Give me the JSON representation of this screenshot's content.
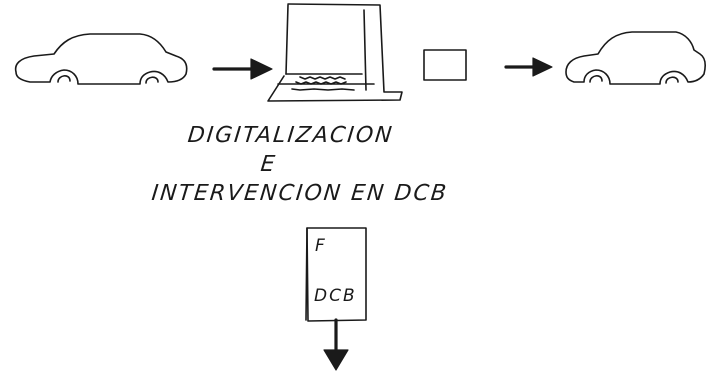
{
  "diagram": {
    "caption": {
      "line1": "DIGITALIZACION",
      "line2": "E",
      "line3": "INTERVENCION EN DCB"
    },
    "output_box": {
      "top_label": "F",
      "bottom_label": "DCB"
    }
  }
}
